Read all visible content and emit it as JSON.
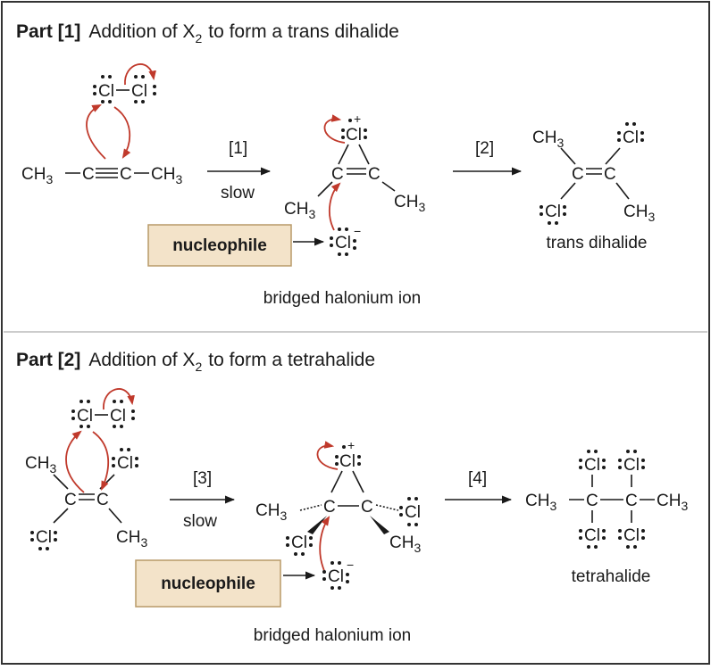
{
  "part1": {
    "title_bold": "Part [1]",
    "title_pre": "Addition of X",
    "title_sub": "2",
    "title_post": "to form a trans dihalide",
    "step1_label": "[1]",
    "step1_sub": "slow",
    "step2_label": "[2]",
    "nucleophile": "nucleophile",
    "bridged_label": "bridged halonium ion",
    "product_label": "trans dihalide"
  },
  "part2": {
    "title_bold": "Part [2]",
    "title_pre": "Addition of X",
    "title_sub": "2",
    "title_post": "to form a tetrahalide",
    "step3_label": "[3]",
    "step3_sub": "slow",
    "step4_label": "[4]",
    "nucleophile": "nucleophile",
    "bridged_label": "bridged halonium ion",
    "product_label": "tetrahalide"
  },
  "atoms": {
    "cl": "Cl",
    "c": "C",
    "ch": "CH",
    "three": "3",
    "plus": "+",
    "minus": "−"
  },
  "colors": {
    "curly_arrow": "#c0392b",
    "nucleophile_fill": "#f3e3c9",
    "nucleophile_border": "#b89a68",
    "frame": "#333333",
    "divider": "#bbbbbb"
  }
}
